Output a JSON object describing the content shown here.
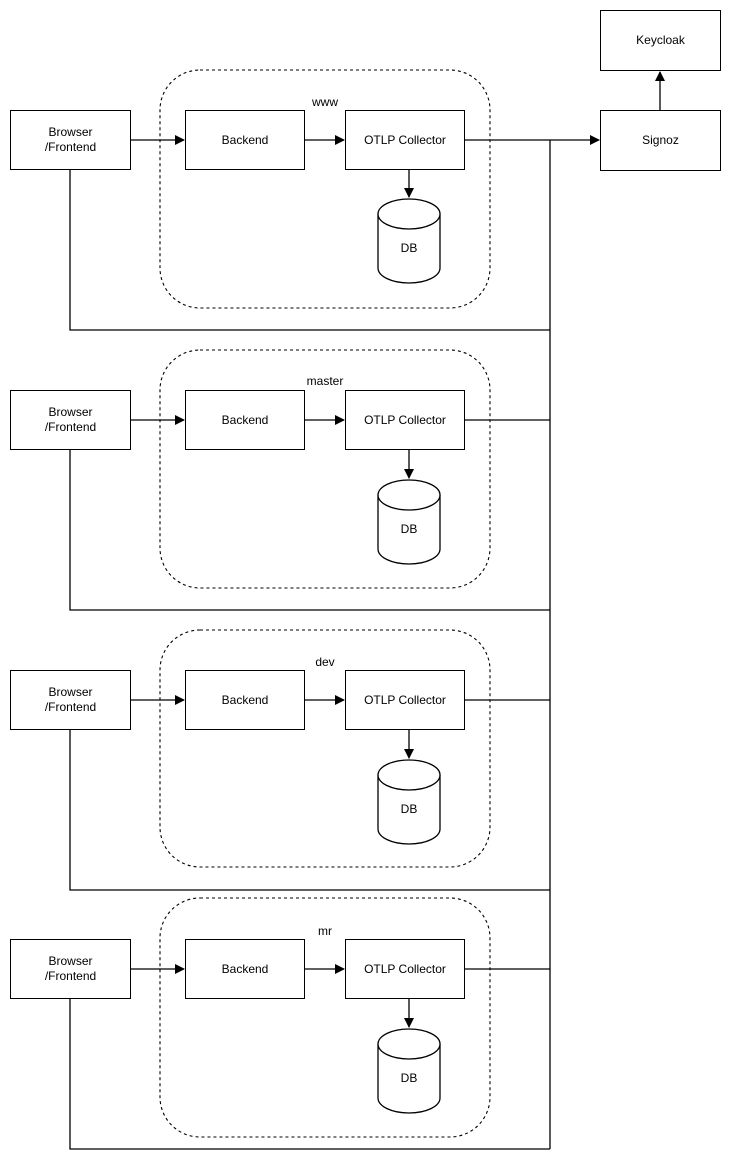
{
  "diagram": {
    "environments": [
      {
        "label": "www",
        "browser_lines": [
          "Browser",
          "/Frontend"
        ],
        "backend": "Backend",
        "collector": "OTLP Collector",
        "db": "DB"
      },
      {
        "label": "master",
        "browser_lines": [
          "Browser",
          "/Frontend"
        ],
        "backend": "Backend",
        "collector": "OTLP Collector",
        "db": "DB"
      },
      {
        "label": "dev",
        "browser_lines": [
          "Browser",
          "/Frontend"
        ],
        "backend": "Backend",
        "collector": "OTLP Collector",
        "db": "DB"
      },
      {
        "label": "mr",
        "browser_lines": [
          "Browser",
          "/Frontend"
        ],
        "backend": "Backend",
        "collector": "OTLP Collector",
        "db": "DB"
      }
    ],
    "shared_nodes": {
      "signoz": "Signoz",
      "keycloak": "Keycloak"
    },
    "colors": {
      "stroke": "#000000",
      "background": "#ffffff",
      "text": "#000000"
    }
  }
}
